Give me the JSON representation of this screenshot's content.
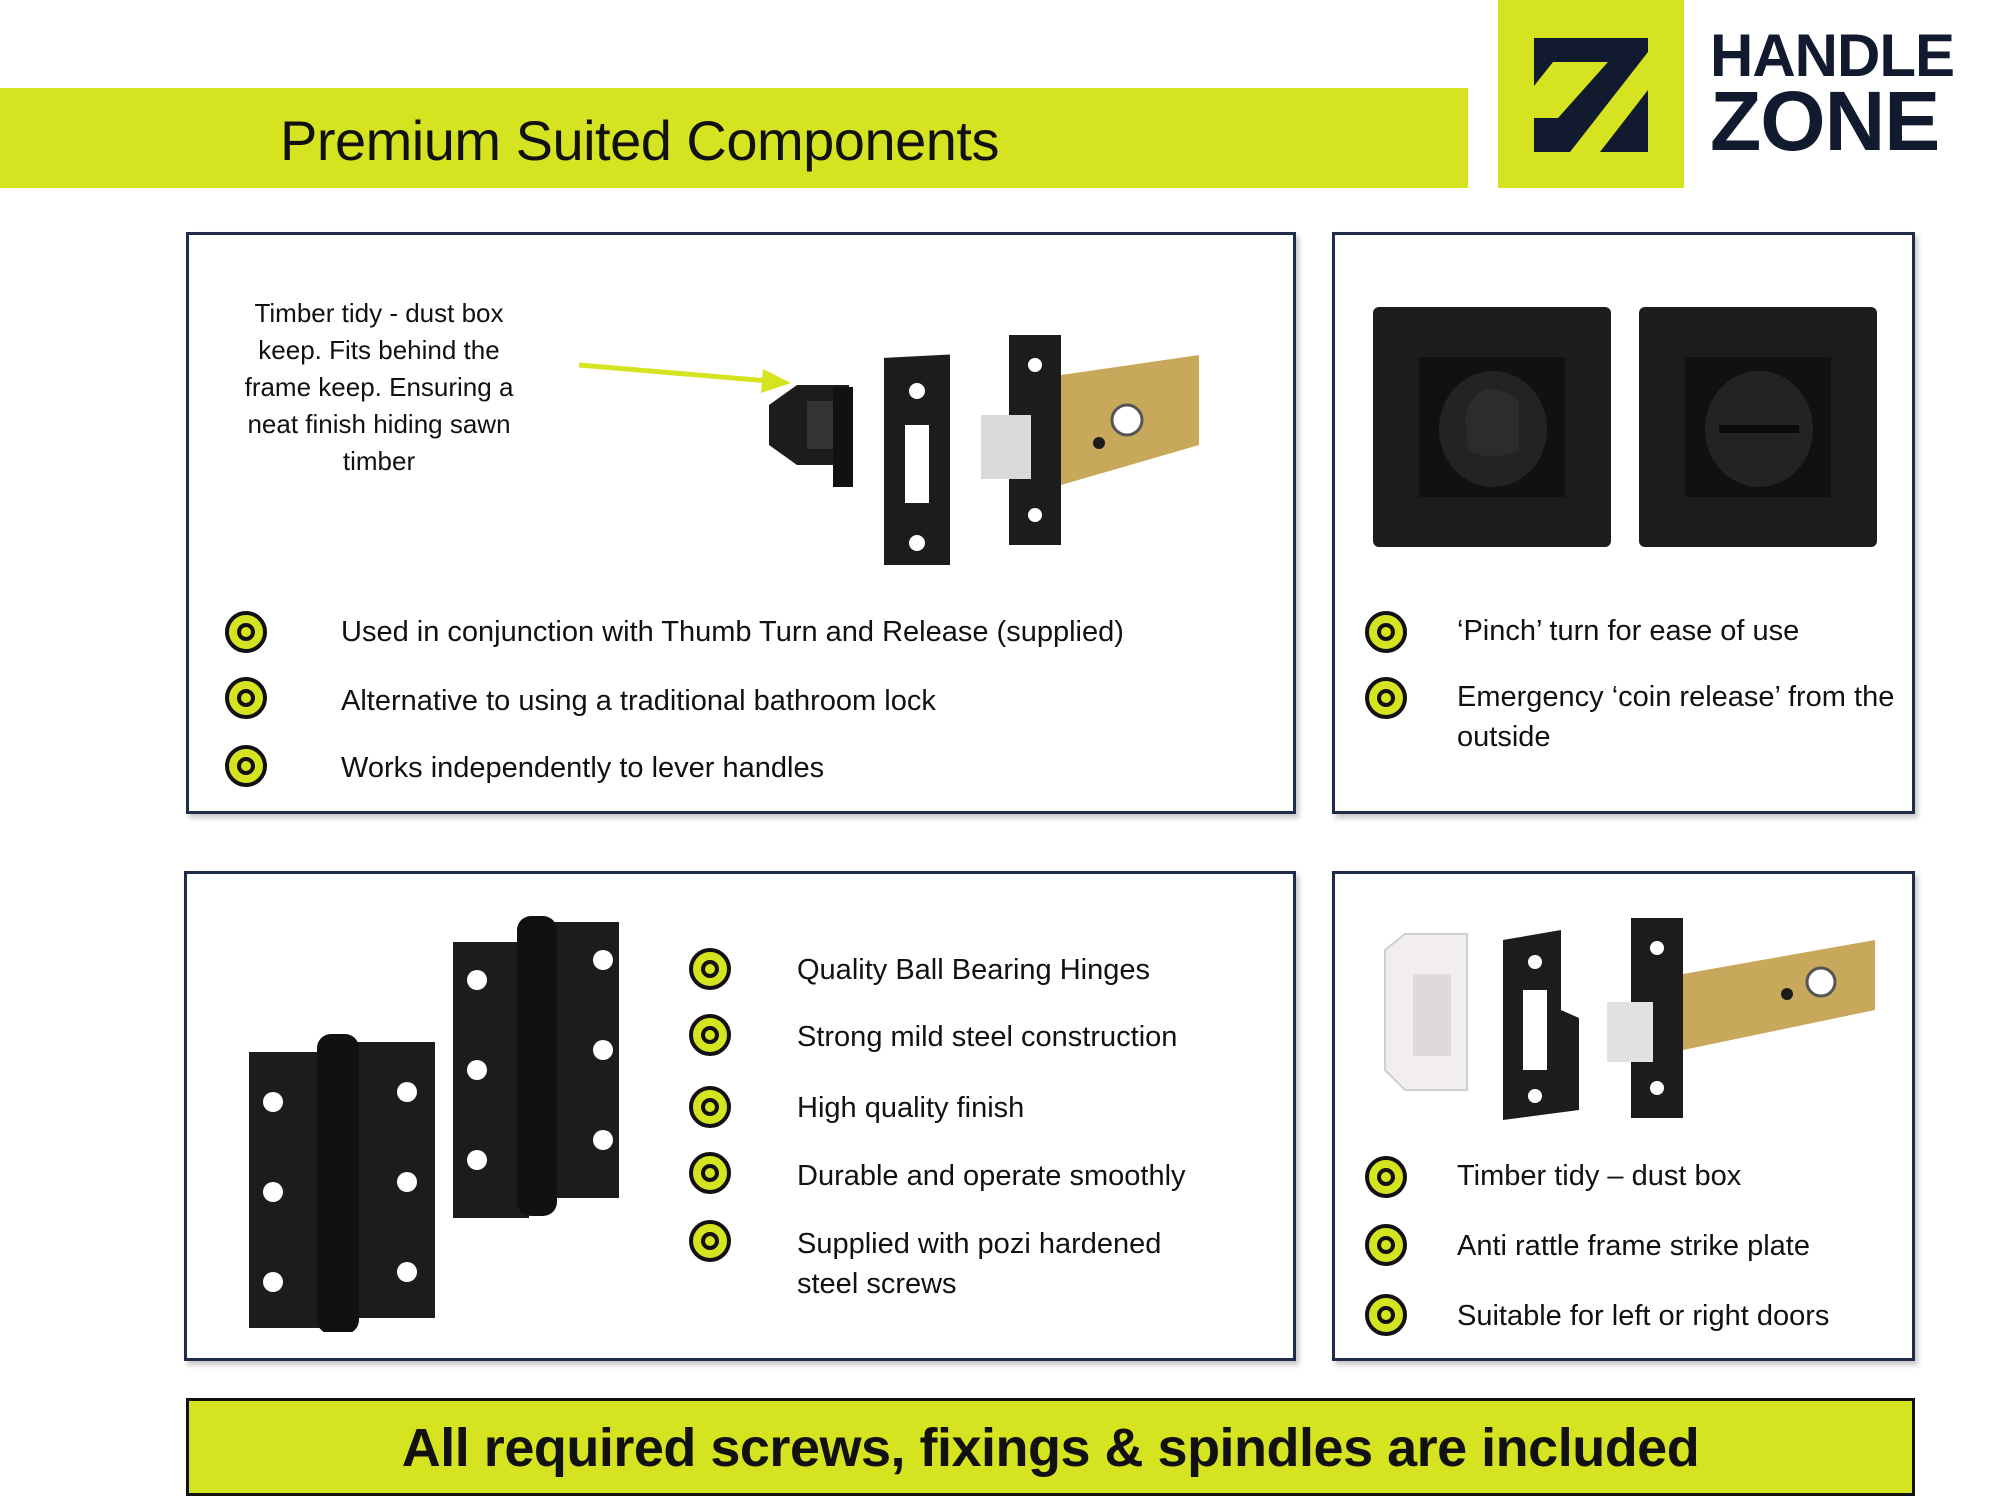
{
  "header": {
    "title": "Premium Suited Components"
  },
  "logo": {
    "line1": "HANDLE",
    "line2": "ZONE"
  },
  "panel_latch": {
    "note": "Timber tidy - dust box keep. Fits behind the frame keep. Ensuring a neat finish hiding sawn timber",
    "bullets": [
      "Used in conjunction with Thumb Turn and Release (supplied)",
      "Alternative to using a traditional bathroom lock",
      "Works independently to lever handles"
    ]
  },
  "panel_thumbturn": {
    "bullets": [
      "‘Pinch’ turn for ease of use",
      "Emergency ‘coin release’ from the outside"
    ]
  },
  "panel_hinges": {
    "bullets": [
      "Quality Ball Bearing Hinges",
      "Strong mild steel construction",
      "High quality finish",
      "Durable and operate smoothly",
      "Supplied with pozi hardened steel screws"
    ]
  },
  "panel_tubular": {
    "bullets": [
      "Timber tidy – dust box",
      "Anti rattle frame strike plate",
      "Suitable for left or right doors"
    ]
  },
  "footer": {
    "text": "All required screws, fixings & spindles are included"
  },
  "colors": {
    "accent": "#d6e320",
    "navy": "#1f2d4a",
    "product_black": "#1c1c1c",
    "brass": "#c8a85a"
  },
  "icons": [
    "target-bullet-icon",
    "arrow-icon"
  ]
}
